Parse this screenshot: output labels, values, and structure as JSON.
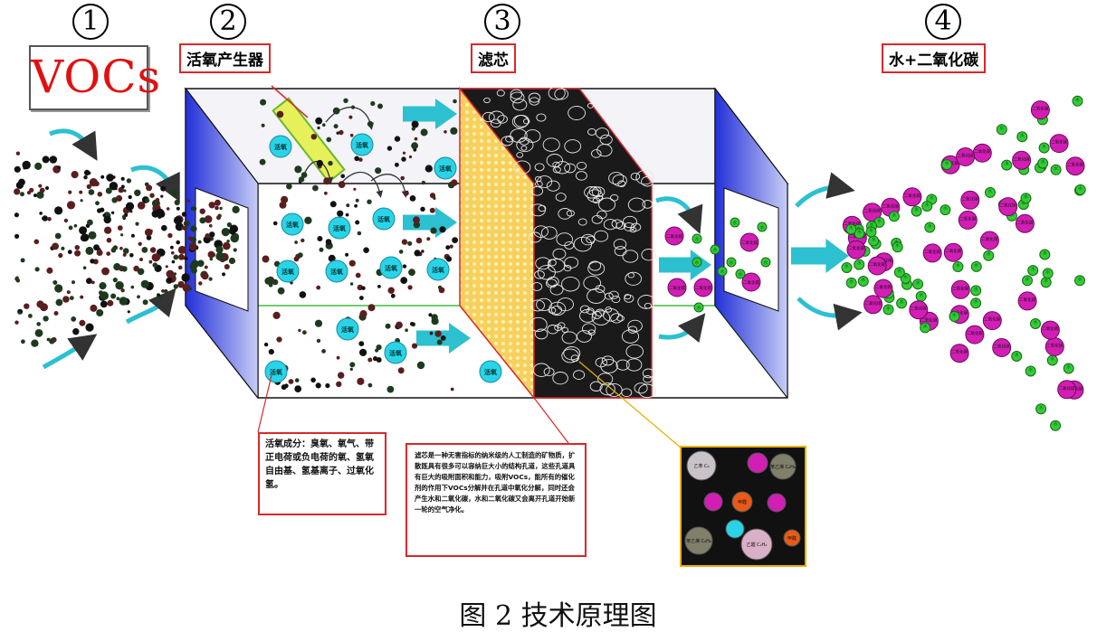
{
  "title_label": "VOCs",
  "step_numbers": [
    "1",
    "2",
    "3",
    "4"
  ],
  "labels": {
    "generator": "活氧产生器",
    "filter": "滤芯",
    "output": "水+二氧化碳"
  },
  "molecule_label": "活氧",
  "output_molecule_labels": {
    "large": "二氧化碳",
    "small": "水"
  },
  "zoom_labels": [
    "乙苯 C₈",
    "苯乙烯 C₈H₈",
    "甲醛",
    "乙醛 C₂H₄"
  ],
  "notes": {
    "active_oxygen": "活氧成分：臭氧、氧气、带正电荷或负电荷的氧、氢氧自由基、氢基离子、过氧化氢。",
    "filter_core": "滤芯是一种无害指标的纳米级的人工制造的矿物质，扩散既具有很多可以容纳巨大小的结构孔道，这些孔道具有巨大的吸附面积和能力，吸附VOCs，能所有的催化剂的作用下VOCs分解并在孔道中氧化分解，同时还会产生水和二氧化碳，水和二氧化碳又会离开孔道开始新一轮的空气净化。"
  },
  "caption": "图 2  技术原理图",
  "colors": {
    "molecule_cyan": "#29d4e8",
    "water_green": "#33cc33",
    "co2_magenta": "#d21eb4",
    "arrow_cyan": "#2cc0d0",
    "filter_yellow": "#f5c84a",
    "frame_blue": "#2a3bd6",
    "label_border": "#d8282a"
  }
}
